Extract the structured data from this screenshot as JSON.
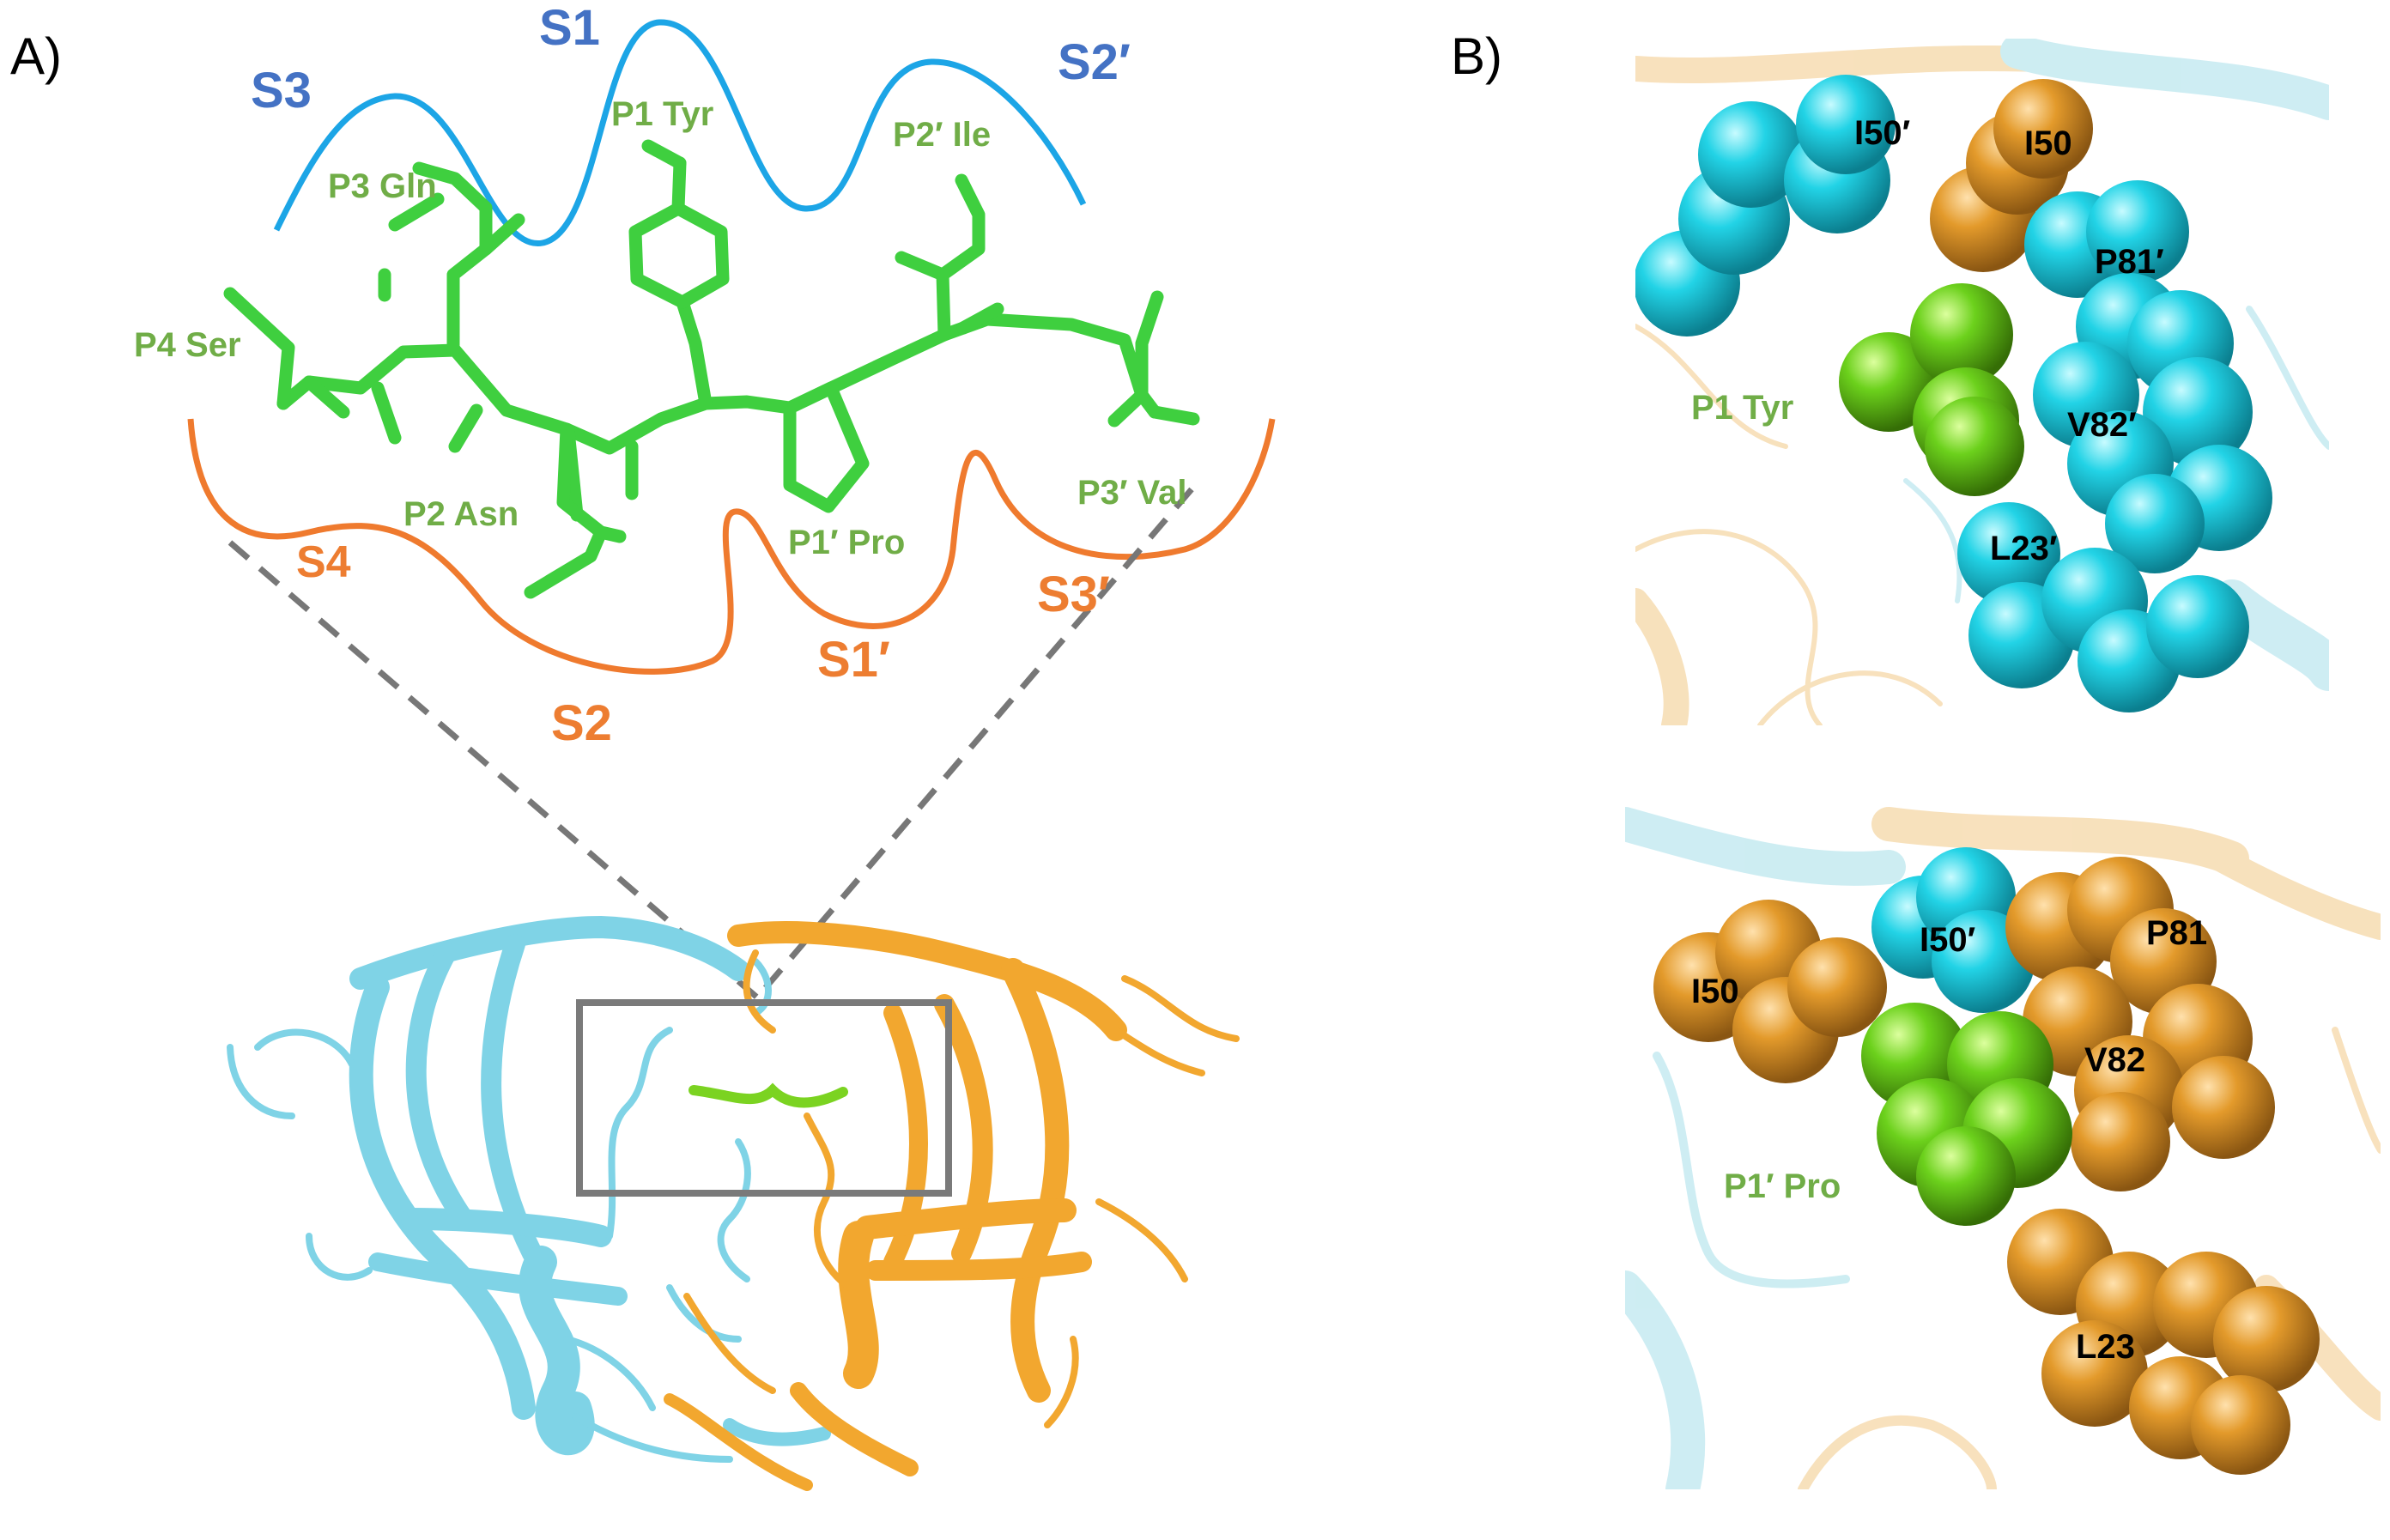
{
  "panels": {
    "a": {
      "letter": "A)",
      "upper_subsites": [
        "S3",
        "S1",
        "S2′"
      ],
      "lower_subsites": [
        "S4",
        "S2",
        "S1′",
        "S3′"
      ],
      "residues": [
        "P4 Ser",
        "P3 Gln",
        "P2 Asn",
        "P1 Tyr",
        "P1′ Pro",
        "P2′ Ile",
        "P3′ Val"
      ]
    },
    "b": {
      "letter": "B)",
      "top": {
        "substrate_label": "P1 Tyr",
        "residues": [
          "I50′",
          "I50",
          "P81′",
          "V82′",
          "L23′"
        ]
      },
      "bottom": {
        "substrate_label": "P1′ Pro",
        "residues": [
          "I50",
          "I50′",
          "P81",
          "V82",
          "L23"
        ]
      }
    }
  },
  "colors": {
    "upper_curve": "#1ca5e6",
    "lower_curve": "#ef7a2e",
    "upper_text": "#4472c4",
    "lower_text": "#ed7d31",
    "residue_text": "#70ad47",
    "peptide": "#3fcf3f",
    "chain_a": "#7fd3e6",
    "chain_b": "#f2a72f",
    "sphere_cyan": "#22d3e6",
    "sphere_orange": "#e39a2b",
    "sphere_green": "#6cd11c"
  }
}
